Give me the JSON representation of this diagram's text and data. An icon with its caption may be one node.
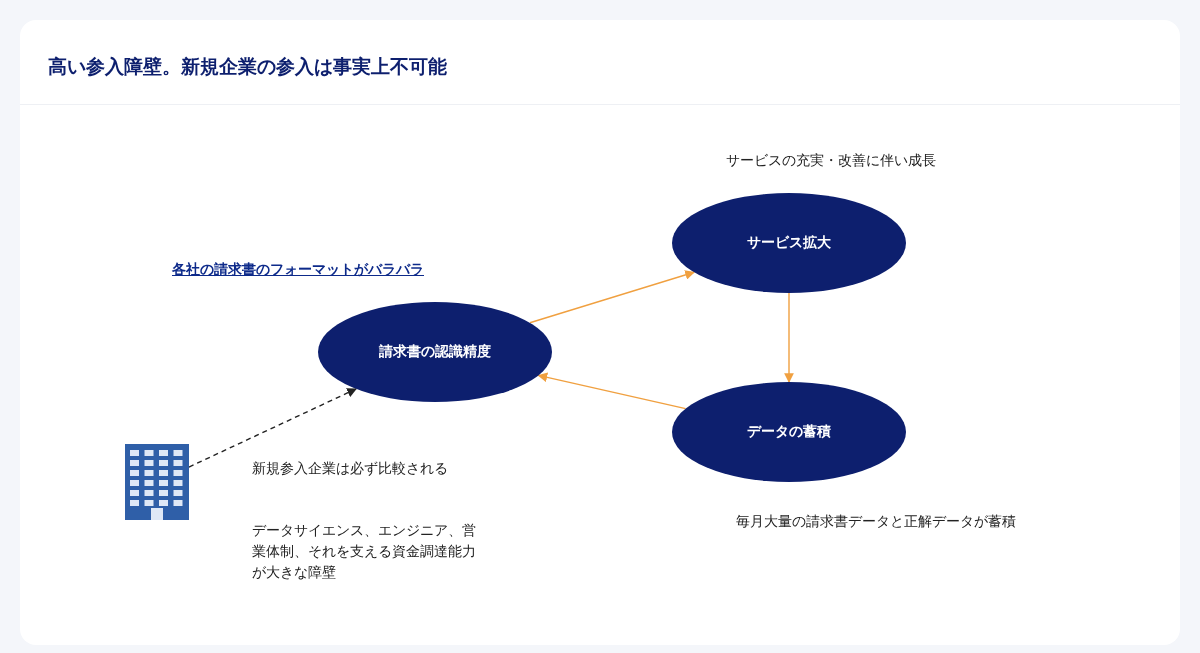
{
  "diagram": {
    "title": "高い参入障壁。新規企業の参入は事実上不可能",
    "nodes": [
      {
        "text": [
          "請求書の認識精度"
        ],
        "beside": [
          "各社の請求書のフォーマットがバラバラ"
        ]
      },
      {
        "text": [
          "サービス拡大"
        ],
        "beside": [
          "サービスの充実・改善に伴い成長"
        ]
      },
      {
        "text": [
          "データの蓄積"
        ],
        "beside": [
          "毎月大量の請求書データと正解データが蓄積"
        ]
      },
      {
        "text": [],
        "shape": "building",
        "beside": [
          "新規参入企業は必ず比較される",
          "データサイエンス、エンジニア、営業体制、それを支える資金調達能力が大きな障壁"
        ]
      }
    ],
    "edges": [
      {
        "from": 0,
        "to": 1,
        "arrow": "to"
      },
      {
        "from": 1,
        "to": 2,
        "arrow": "to"
      },
      {
        "from": 2,
        "to": 0,
        "arrow": "to"
      },
      {
        "from": 3,
        "to": 0,
        "arrow": "to",
        "style": "dashed",
        "color": "#222222"
      }
    ]
  }
}
